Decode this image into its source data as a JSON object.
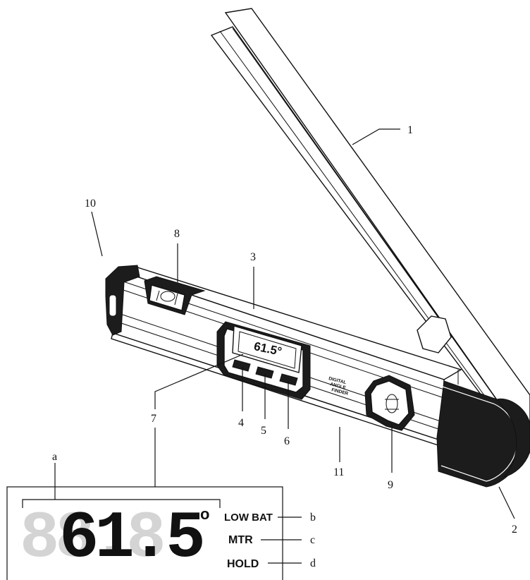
{
  "callouts": {
    "c1": "1",
    "c2": "2",
    "c3": "3",
    "c4": "4",
    "c5": "5",
    "c6": "6",
    "c7": "7",
    "c8": "8",
    "c9": "9",
    "c10": "10",
    "c11": "11",
    "ca": "a",
    "cb": "b",
    "cc": "c",
    "cd": "d"
  },
  "device": {
    "small_display": "61.5°",
    "brand_lines": [
      "DIGITAL",
      "ANGLE",
      "FINDER"
    ]
  },
  "lcd": {
    "reading": "61.5",
    "ghost_reading": "88.8",
    "degree_mark": "o",
    "low_bat": "LOW BAT",
    "mtr": "MTR",
    "hold": "HOLD"
  },
  "colors": {
    "ink": "#111111",
    "ghost_segment": "#d4d4d4",
    "rubber_end": "#1c1c1c"
  }
}
